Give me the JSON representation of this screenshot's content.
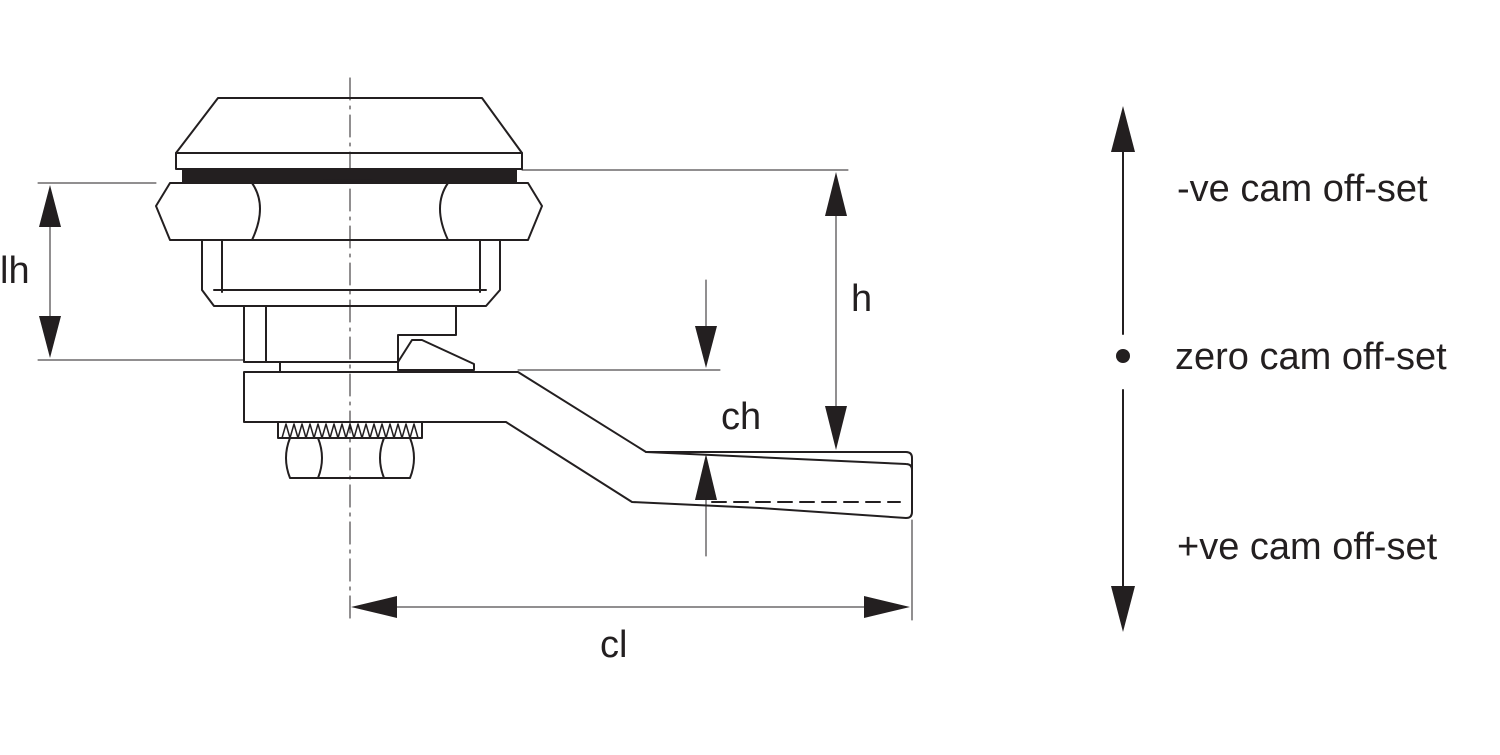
{
  "diagram": {
    "dimensions": {
      "lh": "lh",
      "h": "h",
      "ch": "ch",
      "cl": "cl"
    },
    "offset_legend": {
      "negative": "-ve cam off-set",
      "zero": "zero cam off-set",
      "positive": "+ve cam off-set"
    }
  },
  "colors": {
    "ink": "#231f20",
    "background": "#ffffff"
  }
}
